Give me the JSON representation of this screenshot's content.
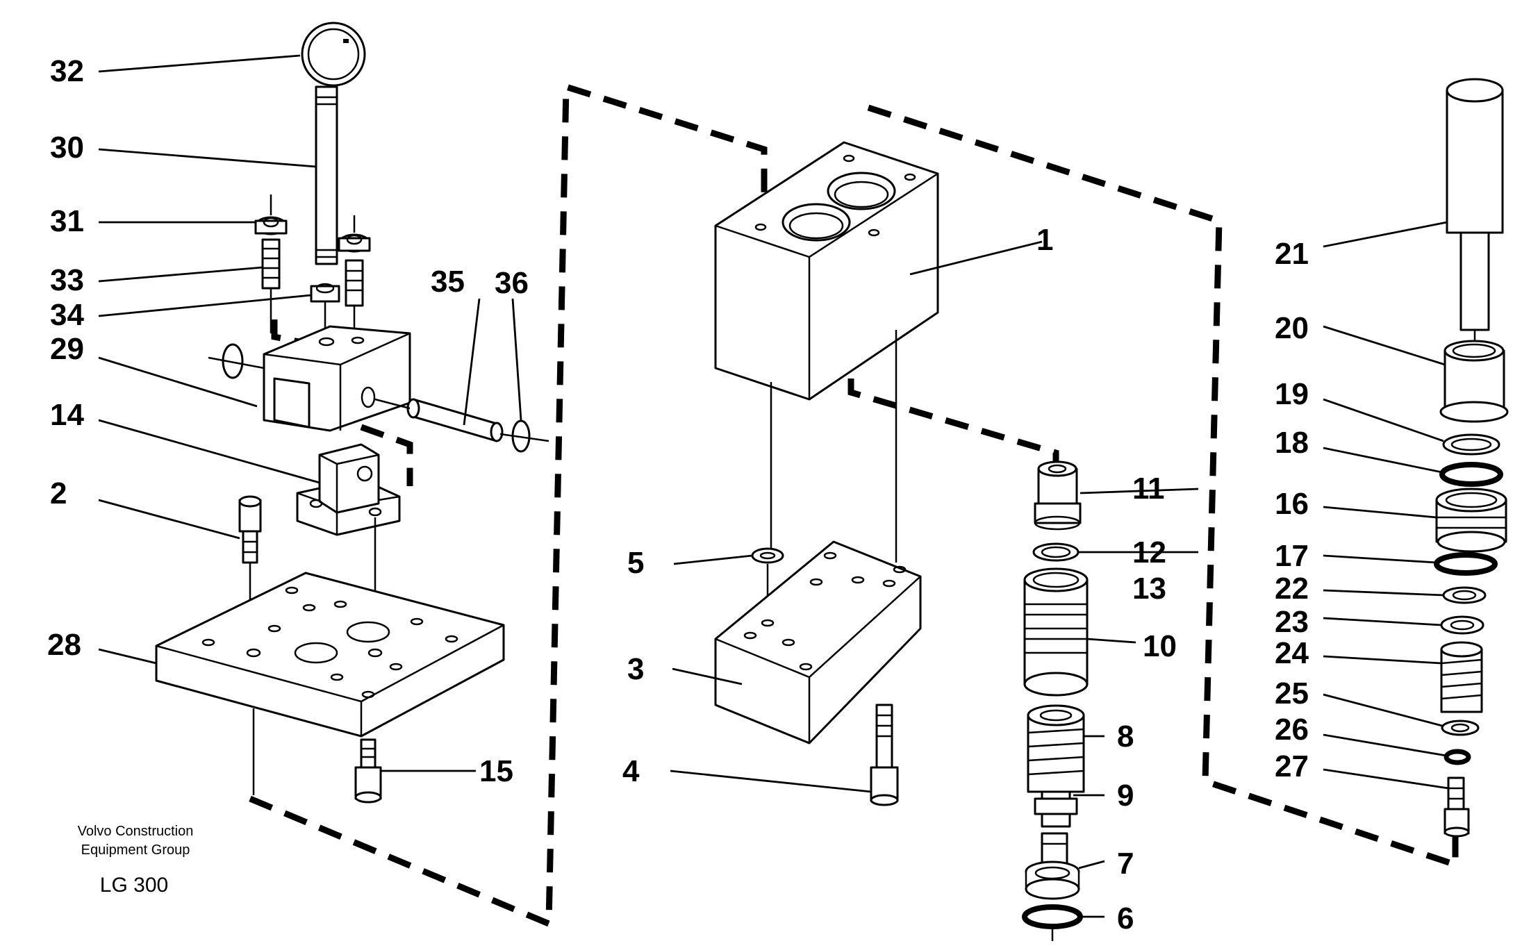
{
  "diagram": {
    "labels": {
      "l1": "1",
      "l2": "2",
      "l3": "3",
      "l4": "4",
      "l5": "5",
      "l6": "6",
      "l7": "7",
      "l8": "8",
      "l9": "9",
      "l10": "10",
      "l11": "11",
      "l12": "12",
      "l13": "13",
      "l14": "14",
      "l15": "15",
      "l16": "16",
      "l17": "17",
      "l18": "18",
      "l19": "19",
      "l20": "20",
      "l21": "21",
      "l22": "22",
      "l23": "23",
      "l24": "24",
      "l25": "25",
      "l26": "26",
      "l27": "27",
      "l28": "28",
      "l29": "29",
      "l30": "30",
      "l31": "31",
      "l32": "32",
      "l33": "33",
      "l34": "34",
      "l35": "35",
      "l36": "36"
    },
    "caption": {
      "line1": "Volvo Construction",
      "line2": "Equipment Group",
      "code": "LG 300"
    }
  }
}
